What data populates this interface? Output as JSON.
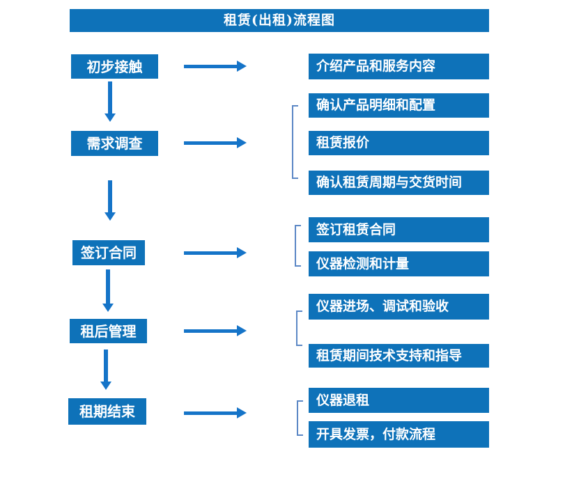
{
  "title": "租赁(出租)流程图",
  "colors": {
    "box": "#0e72b9",
    "arrow": "#1574c8",
    "bracket": "#5b87c5",
    "text": "#ffffff"
  },
  "steps": [
    {
      "label": "初步接触",
      "details": [
        "介绍产品和服务内容"
      ]
    },
    {
      "label": "需求调查",
      "details": [
        "确认产品明细和配置",
        "租赁报价",
        "确认租赁周期与交货时间"
      ]
    },
    {
      "label": "签订合同",
      "details": [
        "签订租赁合同",
        "仪器检测和计量"
      ]
    },
    {
      "label": "租后管理",
      "details": [
        "仪器进场、调试和验收",
        "租赁期间技术支持和指导"
      ]
    },
    {
      "label": "租期结束",
      "details": [
        "仪器退租",
        "开具发票，付款流程"
      ]
    }
  ]
}
